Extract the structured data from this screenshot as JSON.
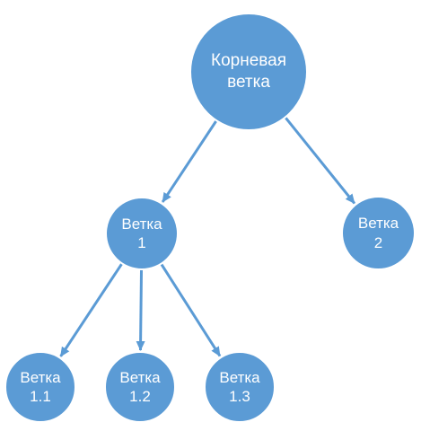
{
  "diagram": {
    "node_color": "#5B9BD5",
    "edge_color": "#5B9BD5",
    "nodes": {
      "root": {
        "label": "Корневая\nветка"
      },
      "n1": {
        "label": "Ветка\n1"
      },
      "n2": {
        "label": "Ветка\n2"
      },
      "n11": {
        "label": "Ветка\n1.1"
      },
      "n12": {
        "label": "Ветка\n1.2"
      },
      "n13": {
        "label": "Ветка\n1.3"
      }
    },
    "edges": [
      {
        "from": "root",
        "to": "n1"
      },
      {
        "from": "root",
        "to": "n2"
      },
      {
        "from": "n1",
        "to": "n11"
      },
      {
        "from": "n1",
        "to": "n12"
      },
      {
        "from": "n1",
        "to": "n13"
      }
    ]
  }
}
